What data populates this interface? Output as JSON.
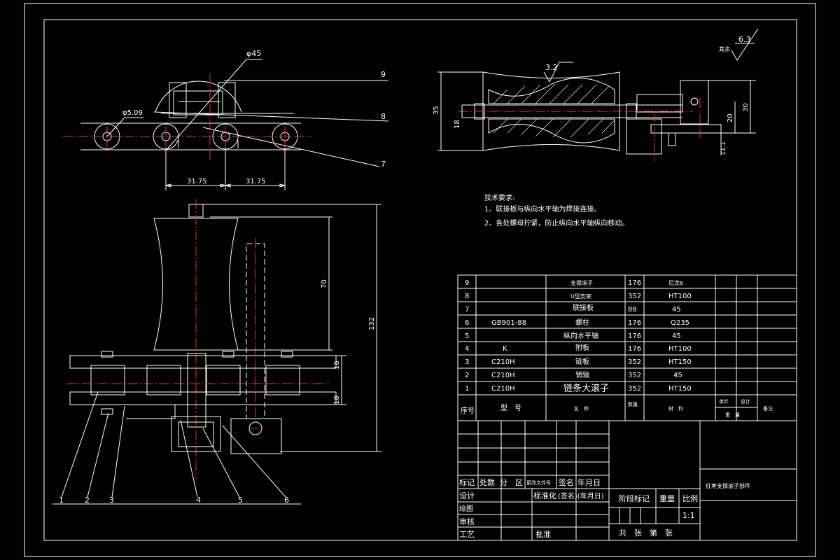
{
  "drawing": {
    "diameter_45": "φ45",
    "diameter_5_09": "φ5.09",
    "pitch_left": "31.75",
    "pitch_right": "31.75",
    "dim_70": "70",
    "dim_132": "132",
    "dim_16": "16",
    "dim_18_side": "18",
    "dim_35": "35",
    "dim_18_top": "18",
    "dim_20": "20",
    "dim_30": "30",
    "dim_11": "11.1",
    "roughness_3_2": "3.2",
    "roughness_6_3": "6.3",
    "roughness_other": "其余",
    "balloons": [
      "1",
      "2",
      "3",
      "4",
      "5",
      "6",
      "7",
      "8",
      "9"
    ]
  },
  "tech_requirements": {
    "title": "技术要求:",
    "items": [
      "1、联接板与纵向水平轴为焊接连接。",
      "2、各处螺母拧紧，防止纵向水平轴纵向移动。"
    ]
  },
  "bom": {
    "rows": [
      {
        "no": "9",
        "code": "",
        "name": "支撑滚子",
        "qty": "176",
        "material": "尼龙6"
      },
      {
        "no": "8",
        "code": "",
        "name": "U型支架",
        "qty": "352",
        "material": "HT100"
      },
      {
        "no": "7",
        "code": "",
        "name": "联接板",
        "qty": "88",
        "material": "45"
      },
      {
        "no": "6",
        "code": "GB901-88",
        "name": "螺柱",
        "qty": "176",
        "material": "Q235"
      },
      {
        "no": "5",
        "code": "",
        "name": "纵向水平轴",
        "qty": "176",
        "material": "45"
      },
      {
        "no": "4",
        "code": "K",
        "name": "附板",
        "qty": "176",
        "material": "HT100"
      },
      {
        "no": "3",
        "code": "C210H",
        "name": "链板",
        "qty": "352",
        "material": "HT150"
      },
      {
        "no": "2",
        "code": "C210H",
        "name": "销轴",
        "qty": "352",
        "material": "45"
      },
      {
        "no": "1",
        "code": "C210H",
        "name": "链条大滚子",
        "qty": "352",
        "material": "HT150"
      }
    ],
    "header": {
      "no": "序号",
      "code": "型　号",
      "name": "名　称",
      "qty": "数量",
      "material": "材　料",
      "single": "单件",
      "total": "总计",
      "weight": "重　量",
      "remark": "备注"
    }
  },
  "title_block": {
    "mark": "标记",
    "count": "处数",
    "zone": "分　区",
    "change_doc": "更改文件号",
    "sign": "签名",
    "date": "年月日",
    "design": "设计",
    "standard": "标准化",
    "sign_date": "(签名)(年月日)",
    "stage": "阶段标记",
    "weight": "重量",
    "scale": "比例",
    "scale_value": "1:1",
    "draw": "绘图",
    "check": "审核",
    "process": "工艺",
    "approve": "批准",
    "sheets": "共　张　第　张",
    "drawing_name": "红枣支撑滚子部件"
  }
}
